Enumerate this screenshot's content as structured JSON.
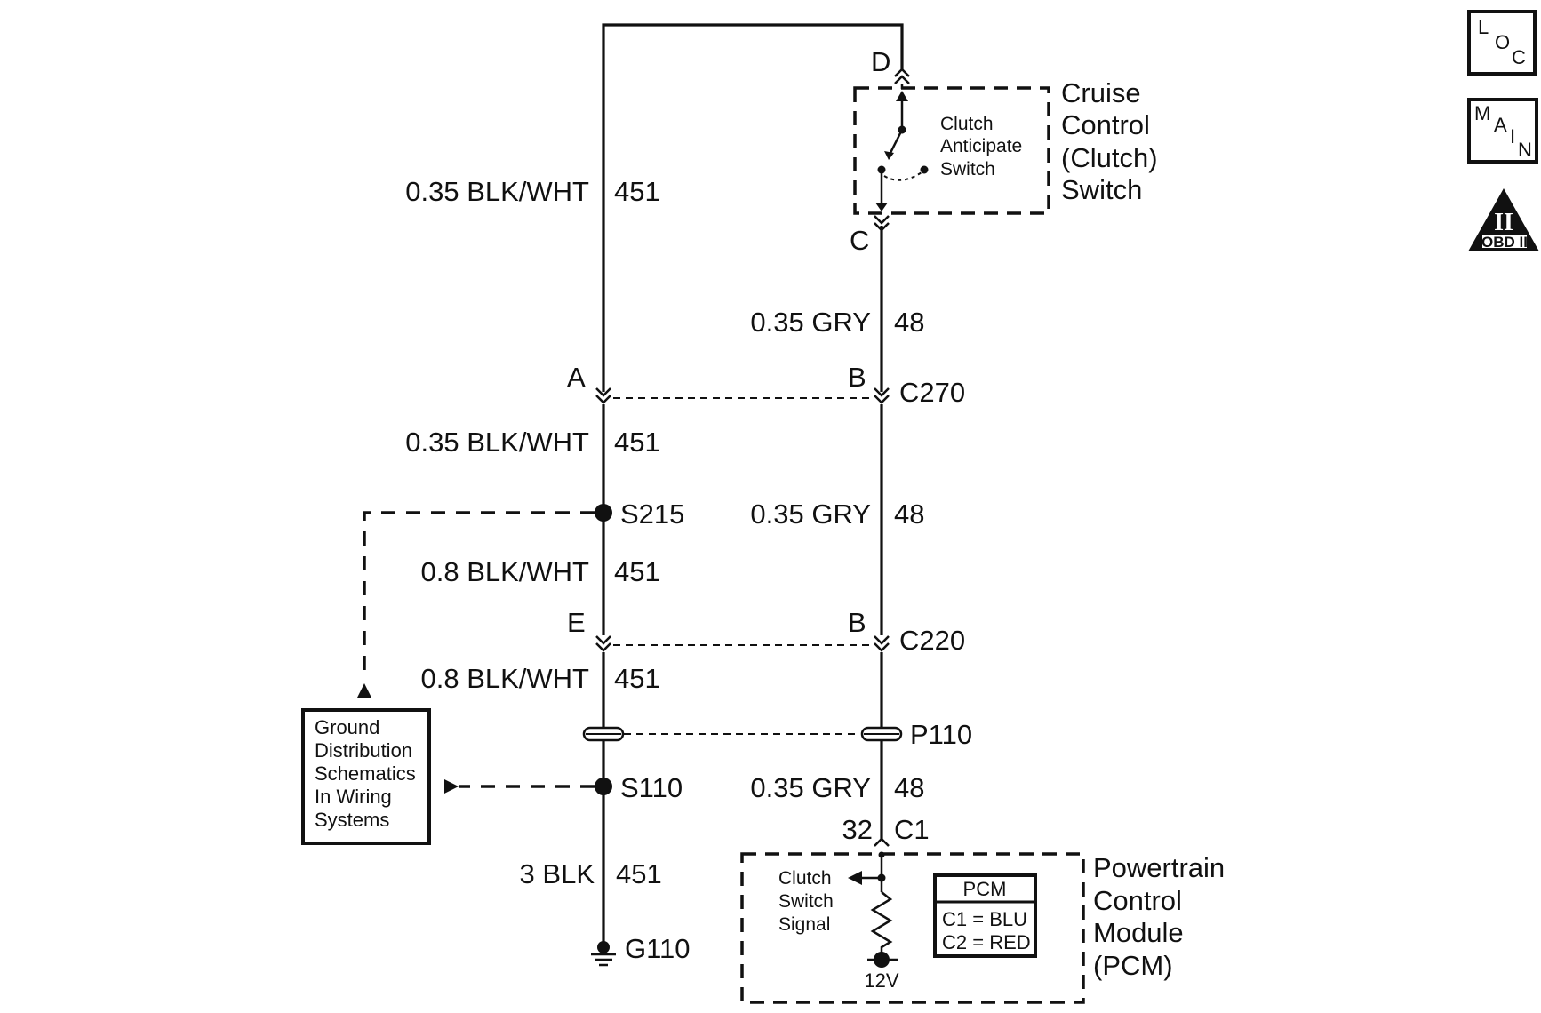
{
  "left_circuit": {
    "wire1_size": "0.35 BLK/WHT",
    "wire1_num": "451",
    "wire2_size": "0.35 BLK/WHT",
    "wire2_num": "451",
    "wire3_size": "0.8 BLK/WHT",
    "wire3_num": "451",
    "wire4_size": "0.8 BLK/WHT",
    "wire4_num": "451",
    "wire5_size": "3 BLK",
    "wire5_num": "451"
  },
  "right_circuit": {
    "wire1_size": "0.35 GRY",
    "wire1_num": "48",
    "wire2_size": "0.35 GRY",
    "wire2_num": "48",
    "wire3_size": "0.35 GRY",
    "wire3_num": "48"
  },
  "connectors": {
    "pin_d": "D",
    "pin_c": "C",
    "pin_a": "A",
    "pin_b_c270": "B",
    "c270": "C270",
    "pin_e": "E",
    "pin_b_c220": "B",
    "c220": "C220",
    "p110": "P110",
    "pin_32": "32",
    "c1": "C1"
  },
  "splices": {
    "s215": "S215",
    "s110": "S110"
  },
  "ground": {
    "g110": "G110"
  },
  "cruise_switch": {
    "title_lines": [
      "Cruise",
      "Control",
      "(Clutch)",
      "Switch"
    ],
    "inner_lines": [
      "Clutch",
      "Anticipate",
      "Switch"
    ]
  },
  "ground_box": {
    "lines": [
      "Ground",
      "Distribution",
      "Schematics",
      "In Wiring",
      "Systems"
    ]
  },
  "pcm": {
    "title_lines": [
      "Powertrain",
      "Control",
      "Module",
      "(PCM)"
    ],
    "signal_lines": [
      "Clutch",
      "Switch",
      "Signal"
    ],
    "voltage": "12V",
    "legend_title": "PCM",
    "legend_c1": "C1 = BLU",
    "legend_c2": "C2 = RED"
  },
  "side_icons": {
    "loc": [
      "L",
      "O",
      "C"
    ],
    "main": [
      "M",
      "A",
      "I",
      "N"
    ],
    "obd_numeral": "II",
    "obd_label": "OBD II"
  }
}
